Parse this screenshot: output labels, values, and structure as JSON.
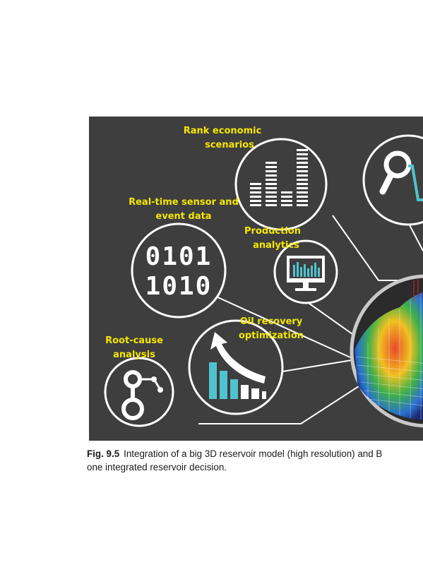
{
  "figure": {
    "labels": {
      "rank": [
        "Rank economic",
        "scenarios"
      ],
      "realtime": [
        "Real-time sensor and",
        "event data"
      ],
      "production": [
        "Production",
        "analytics"
      ],
      "oil": [
        "Oil recovery",
        "optimization"
      ],
      "root": [
        "Root-cause",
        "analysis"
      ]
    },
    "binary": [
      "0101",
      "1010"
    ],
    "colors": {
      "background": "#3e3e3e",
      "label": "#f5e600",
      "accent": "#4fc3cf",
      "stroke": "#ffffff"
    },
    "icons": [
      "bar-chart-icon",
      "magnifier-icon",
      "binary-data-icon",
      "monitor-chart-icon",
      "growth-arrow-icon",
      "node-graph-icon",
      "reservoir-model-icon"
    ]
  },
  "caption": {
    "number": "Fig. 9.5",
    "line1": "Integration of a big 3D reservoir model (high resolution) and B",
    "line2": "one integrated reservoir decision."
  }
}
